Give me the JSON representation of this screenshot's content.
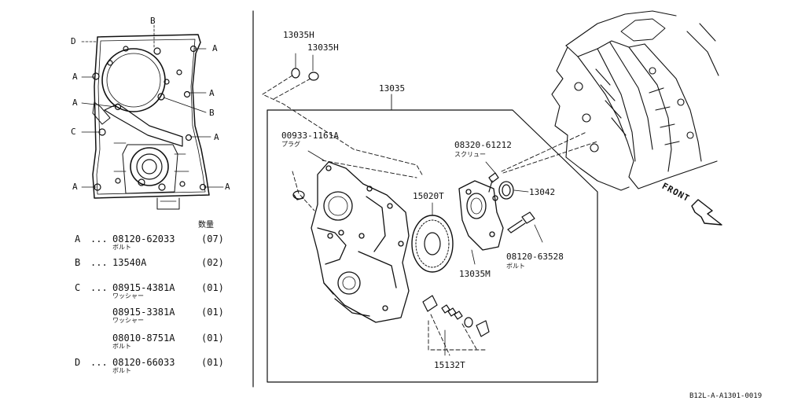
{
  "overview": {
    "letters": {
      "B_top": "B",
      "D_left": "D",
      "A_right_top": "A",
      "A_left_1": "A",
      "A_right_2": "A",
      "A_left_2": "A",
      "B_right": "B",
      "C_left": "C",
      "A_right_3": "A",
      "A_left_3": "A",
      "A_right_4": "A"
    }
  },
  "legend": {
    "qty_header": "数量",
    "rows": [
      {
        "letter": "A",
        "dots": "...",
        "part": "08120-62033",
        "sub": "ボルト",
        "qty": "(07)"
      },
      {
        "letter": "B",
        "dots": "...",
        "part": "13540A",
        "sub": "",
        "qty": "(02)"
      },
      {
        "letter": "C",
        "dots": "...",
        "part": "08915-4381A",
        "sub": "ワッシャー",
        "qty": "(01)"
      },
      {
        "letter": "",
        "dots": "",
        "part": "08915-3381A",
        "sub": "ワッシャー",
        "qty": "(01)"
      },
      {
        "letter": "",
        "dots": "",
        "part": "08010-8751A",
        "sub": "ボルト",
        "qty": "(01)"
      },
      {
        "letter": "D",
        "dots": "...",
        "part": "08120-66033",
        "sub": "ボルト",
        "qty": "(01)"
      }
    ]
  },
  "callouts": {
    "p13035H_1": "13035H",
    "p13035H_2": "13035H",
    "p13035": "13035",
    "p00933": "00933-1161A",
    "p00933_sub": "プラグ",
    "p08320": "08320-61212",
    "p08320_sub": "スクリュー",
    "p15020T": "15020T",
    "p13042": "13042",
    "p08120_63528": "08120-63528",
    "p08120_63528_sub": "ボルト",
    "p13035M": "13035M",
    "p15132T": "15132T",
    "front": "FRONT"
  },
  "footer": {
    "ref_code": "B12L-A-A1301-0019"
  }
}
